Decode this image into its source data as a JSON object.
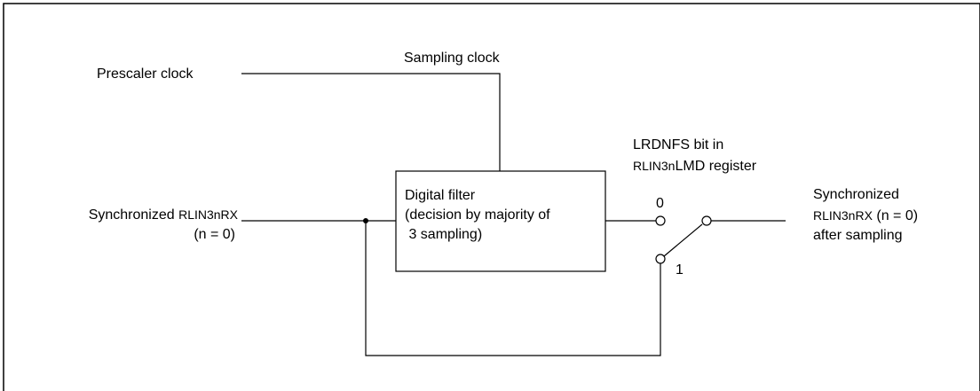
{
  "labels": {
    "prescaler_clock": "Prescaler clock",
    "sampling_clock": "Sampling clock",
    "input_line1_a": "Synchronized ",
    "input_line1_b": "RLIN3nRX",
    "input_line2": "(n = 0)",
    "filter_line1": "Digital filter",
    "filter_line2": "(decision by majority of",
    "filter_line3": " 3 sampling)",
    "lrdnfs_line1": "LRDNFS bit in",
    "lrdnfs_line2_a": "RLIN3n",
    "lrdnfs_line2_b": "LMD register",
    "switch_pos0": "0",
    "switch_pos1": "1",
    "output_line1": "Synchronized",
    "output_line2_a": "RLIN3nRX",
    "output_line2_b": " (n = 0)",
    "output_line3": "after sampling"
  },
  "colors": {
    "stroke": "#000000",
    "background": "#ffffff"
  }
}
